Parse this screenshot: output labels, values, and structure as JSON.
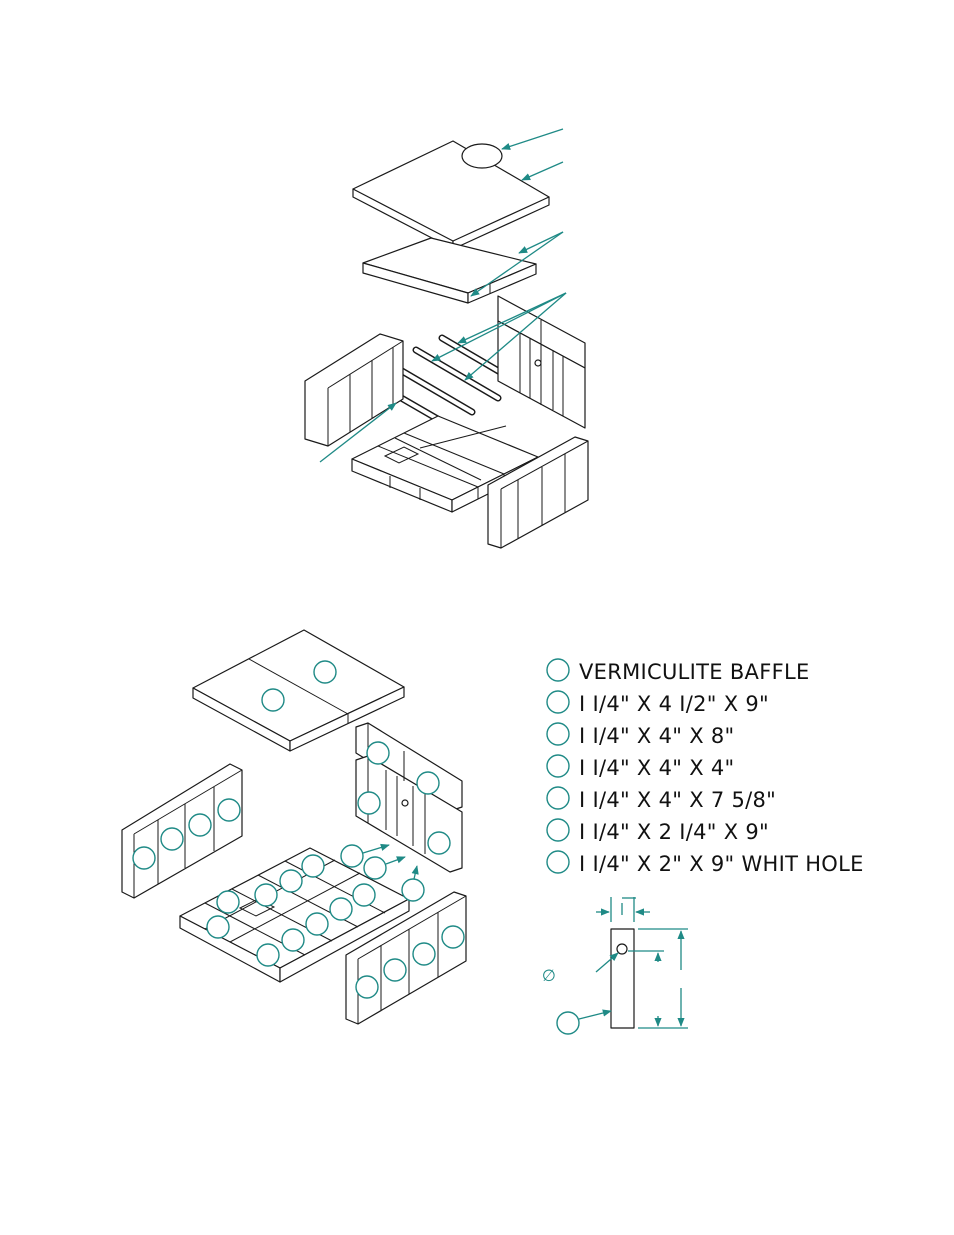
{
  "colors": {
    "line": "#1a1a1a",
    "callout": "#1f8a86",
    "background": "#ffffff"
  },
  "legend": {
    "items": [
      {
        "label": "VERMICULITE BAFFLE"
      },
      {
        "label": "I I/4\" X 4 I/2\" X 9\""
      },
      {
        "label": "I I/4\" X 4\" X 8\""
      },
      {
        "label": "I I/4\" X 4\" X 4\""
      },
      {
        "label": "I I/4\" X 4\" X 7 5/8\""
      },
      {
        "label": "I I/4\" X 2 I/4\" X 9\""
      },
      {
        "label": "I I/4\" X 2\" X 9\" WHIT HOLE"
      }
    ]
  },
  "detail": {
    "diameter_symbol": "∅"
  }
}
